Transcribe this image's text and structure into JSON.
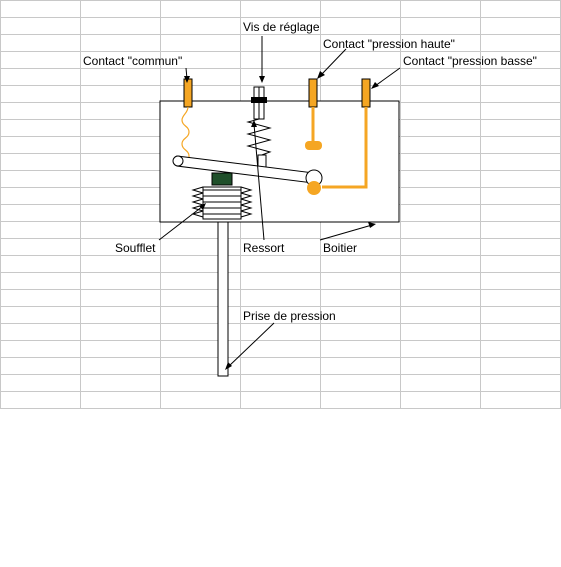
{
  "labels": {
    "vis_reglage": "Vis de réglage",
    "contact_commun": "Contact \"commun\"",
    "contact_haute": "Contact \"pression haute\"",
    "contact_basse": "Contact \"pression basse\"",
    "soufflet": "Soufflet",
    "ressort": "Ressort",
    "boitier": "Boitier",
    "prise_pression": "Prise de pression"
  },
  "colors": {
    "contact": "#f5a623",
    "gridline": "#c8c8c8",
    "outline": "#000000",
    "bellows_cap": "#1f4f2a"
  }
}
